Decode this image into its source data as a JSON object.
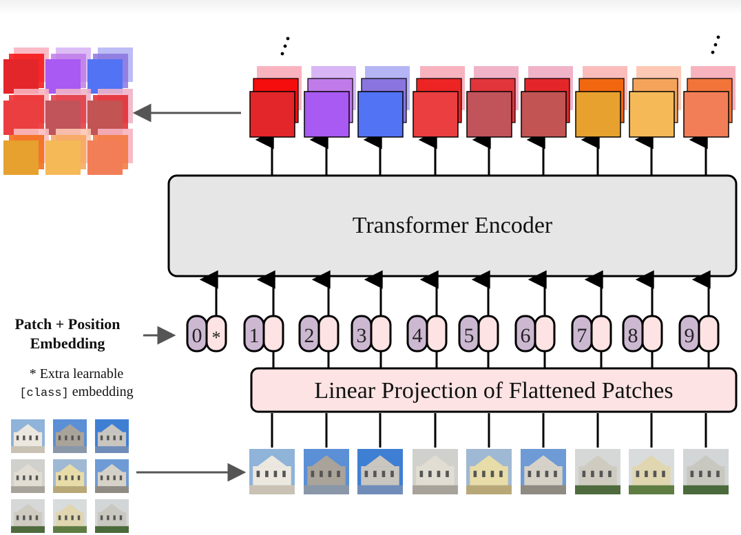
{
  "encoder_label": "Transformer Encoder",
  "projection_label": "Linear Projection of Flattened Patches",
  "embedding_title_line1": "Patch + Position",
  "embedding_title_line2": "Embedding",
  "note_line1": "* Extra learnable",
  "note_code": "[class]",
  "note_rest": " embedding",
  "class_token_marker": "*",
  "positions": [
    "0",
    "1",
    "2",
    "3",
    "4",
    "5",
    "6",
    "7",
    "8",
    "9"
  ],
  "colors": {
    "position_token": "#cdb8d2",
    "patch_token": "#fde3e3",
    "encoder_fill": "#e6e6e6",
    "projection_fill": "#fde3e3",
    "arrow": "#555555",
    "outputs": [
      {
        "back": "#f9b3bf",
        "mid": "#f40d0d",
        "front": "#e3262a"
      },
      {
        "back": "#d8b6f5",
        "mid": "#c07be8",
        "front": "#a85af2"
      },
      {
        "back": "#b5b5f5",
        "mid": "#8a75de",
        "front": "#5273f4"
      },
      {
        "back": "#f7b3be",
        "mid": "#ec2424",
        "front": "#eb3e41"
      },
      {
        "back": "#f0b3c8",
        "mid": "#e2343b",
        "front": "#c0545a"
      },
      {
        "back": "#f0b3c8",
        "mid": "#e3262a",
        "front": "#c25454"
      },
      {
        "back": "#fbbcbc",
        "mid": "#f1670f",
        "front": "#e6a12e"
      },
      {
        "back": "#fdc8b4",
        "mid": "#f4a45a",
        "front": "#f5b957"
      },
      {
        "back": "#f7b3be",
        "mid": "#f27439",
        "front": "#f27e58"
      }
    ]
  },
  "image_tiles": [
    {
      "sky": "#8fb3d9",
      "ground": "#c9c2b4",
      "building": "#ece8e0"
    },
    {
      "sky": "#5b8fd6",
      "ground": "#8a97a8",
      "building": "#a9a39a"
    },
    {
      "sky": "#3f7fd3",
      "ground": "#6f8db8",
      "building": "#c9c6c0"
    },
    {
      "sky": "#d0d0cc",
      "ground": "#a8a39a",
      "building": "#e1ddd3"
    },
    {
      "sky": "#9fb8d4",
      "ground": "#b8a878",
      "building": "#e8dca8"
    },
    {
      "sky": "#6e9ad6",
      "ground": "#8f8a82",
      "building": "#d6d2c8"
    },
    {
      "sky": "#d6d8d8",
      "ground": "#4f6b3e",
      "building": "#cfcbc0"
    },
    {
      "sky": "#d9dcdc",
      "ground": "#5f7d43",
      "building": "#e0d6b0"
    },
    {
      "sky": "#d3d6d6",
      "ground": "#4b6a3b",
      "building": "#c8c8c0"
    }
  ]
}
